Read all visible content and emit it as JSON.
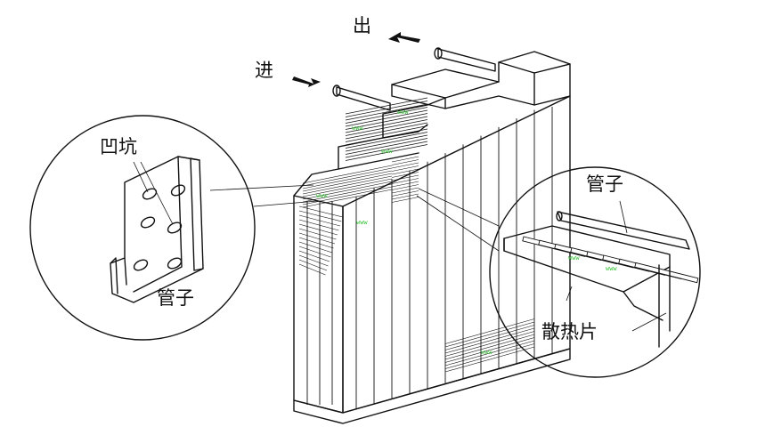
{
  "labels": {
    "outlet": "出",
    "inlet": "进",
    "dimple": "凹坑",
    "tube_left": "管子",
    "tube_right": "管子",
    "fin": "散热片"
  },
  "watermark": "www",
  "colors": {
    "ink": "#111111",
    "paper": "#ffffff",
    "watermark": "#3cc23c"
  }
}
